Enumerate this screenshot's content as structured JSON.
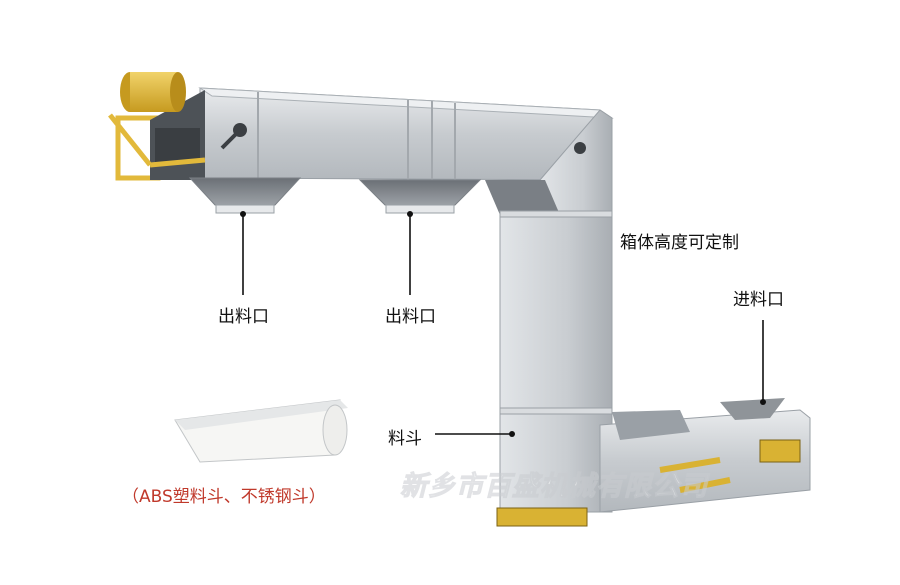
{
  "labels": {
    "outlet_1": "出料口",
    "outlet_2": "出料口",
    "height_note": "箱体高度可定制",
    "inlet": "进料口",
    "bucket": "料斗"
  },
  "bucket_caption": "（ABS塑料斗、不锈钢斗）",
  "watermark": "新乡市百盛机械有限公司",
  "colors": {
    "caption": "#c0392b",
    "steel": "#c4c8cc",
    "motor": "#d9b233",
    "frame": "#e2b93b"
  }
}
